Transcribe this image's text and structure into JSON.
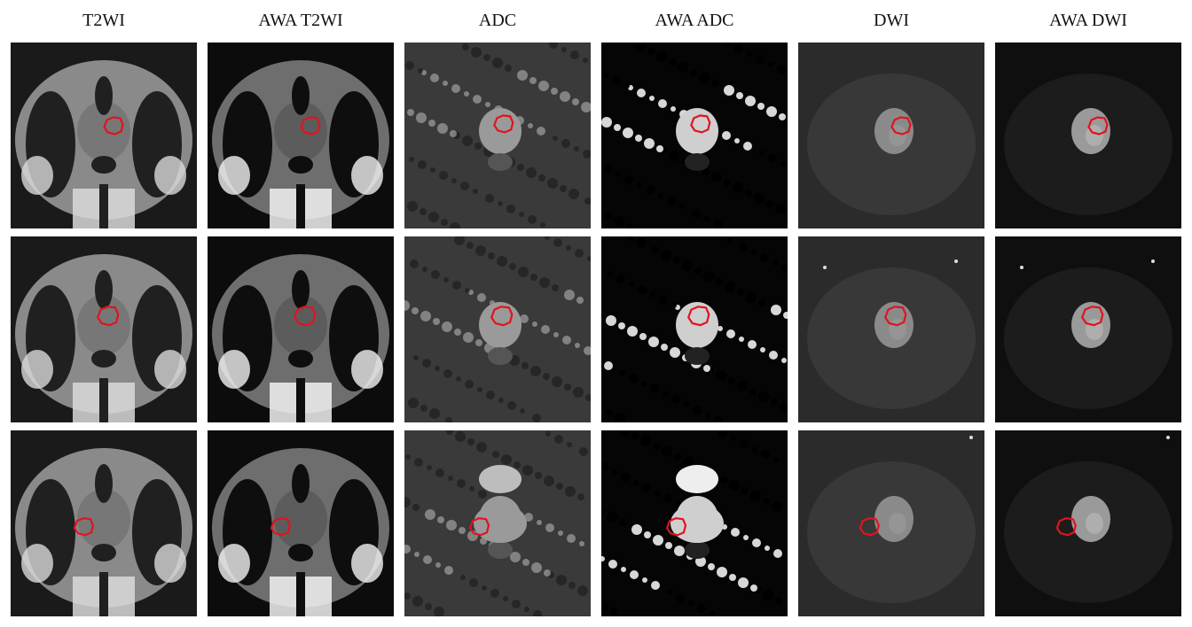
{
  "figure": {
    "columns": [
      {
        "id": "t2wi",
        "label": "T2WI"
      },
      {
        "id": "awa-t2wi",
        "label": "AWA T2WI"
      },
      {
        "id": "adc",
        "label": "ADC"
      },
      {
        "id": "awa-adc",
        "label": "AWA ADC"
      },
      {
        "id": "dwi",
        "label": "DWI"
      },
      {
        "id": "awa-dwi",
        "label": "AWA DWI"
      }
    ],
    "rows": 3,
    "contour_color": "#e0141e"
  }
}
